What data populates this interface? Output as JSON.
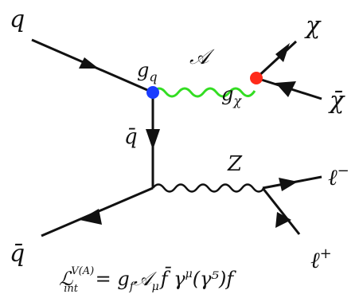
{
  "labels": {
    "q_in": "q",
    "g_q": "g",
    "g_q_sub": "q",
    "mediator": "𝒜",
    "g_chi": "g",
    "g_chi_sub": "χ",
    "chi": "χ",
    "chi_bar": "χ̄",
    "q_bar_internal": "q̄",
    "z_boson": "Z",
    "lepton_minus": "ℓ",
    "lepton_minus_sup": "−",
    "q_bar_out": "q̄",
    "lepton_plus": "ℓ",
    "lepton_plus_sup": "+"
  },
  "equation": {
    "lhs": "ℒ",
    "lhs_sub": "int",
    "lhs_sup": "V(A)",
    "rhs": " = g",
    "rhs_sub_f": "f",
    "rhs_rest": "𝒜",
    "rhs_mu": "μ",
    "rhs_tail": "f̄ γ",
    "rhs_mu2": "μ",
    "rhs_end": "(γ⁵)f"
  },
  "colors": {
    "vertex_quark": "#1a3cff",
    "vertex_dark": "#ff2a1a",
    "mediator_line": "#33dd22",
    "lines": "#111111"
  }
}
